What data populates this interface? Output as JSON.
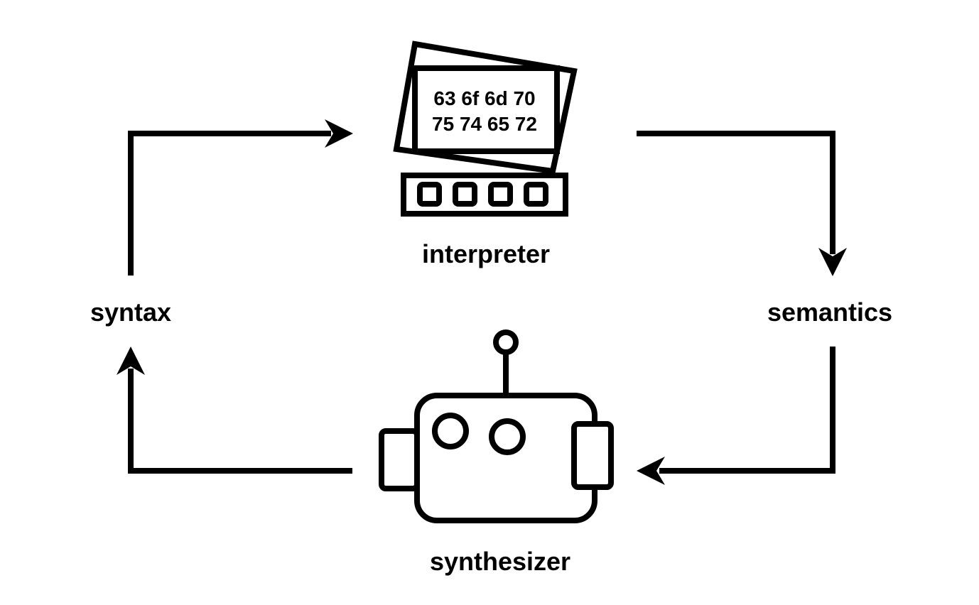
{
  "nodes": {
    "interpreter": {
      "label": "interpreter",
      "screen_lines": [
        "63 6f 6d 70",
        "75 74 65 72"
      ],
      "icon": "computer-terminal-icon"
    },
    "semantics": {
      "label": "semantics"
    },
    "synthesizer": {
      "label": "synthesizer",
      "icon": "robot-icon"
    },
    "syntax": {
      "label": "syntax"
    }
  },
  "edges": [
    {
      "from": "syntax",
      "to": "interpreter"
    },
    {
      "from": "interpreter",
      "to": "semantics"
    },
    {
      "from": "semantics",
      "to": "synthesizer"
    },
    {
      "from": "synthesizer",
      "to": "syntax"
    }
  ],
  "colors": {
    "stroke": "#000000",
    "background": "#ffffff"
  }
}
